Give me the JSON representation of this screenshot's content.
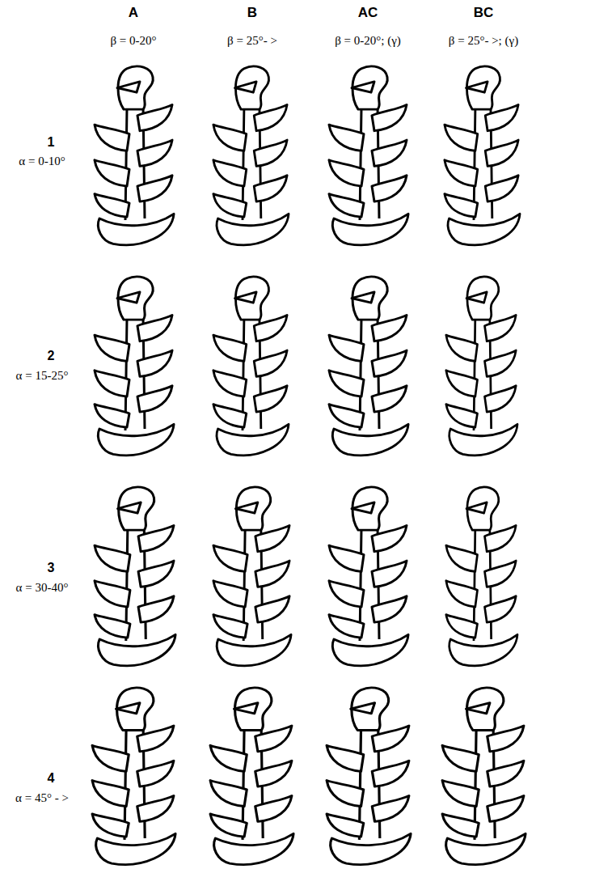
{
  "diagram": {
    "labels": [
      "A",
      "B",
      "AC",
      "BC",
      "β = 0-20°",
      "β = 25°- >",
      "β = 0-20°; (γ)",
      "β = 25°- >; (γ)",
      "1",
      "α = 0-10°",
      "2",
      "α = 15-25°",
      "3",
      "α = 30-40°",
      "4",
      "α = 45° - >"
    ]
  }
}
